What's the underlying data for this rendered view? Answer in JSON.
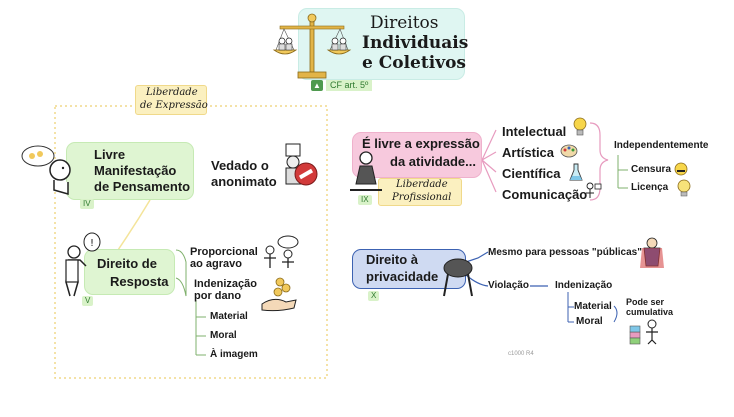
{
  "title": {
    "line1": "Direitos",
    "line2": "Individuais",
    "line3": "e Coletivos",
    "ref": "CF art. 5º"
  },
  "left_frame_label": {
    "line1": "Liberdade",
    "line2": "de Expressão"
  },
  "livre": {
    "line1": "Livre",
    "line2": "Manifestação",
    "line3": "de Pensamento",
    "num": "IV"
  },
  "vedado": {
    "line1": "Vedado o",
    "line2": "anonimato"
  },
  "resposta": {
    "line1": "Direito de",
    "line2": "Resposta",
    "num": "V"
  },
  "resposta_items": {
    "proporcional": {
      "line1": "Proporcional",
      "line2": "ao agravo"
    },
    "indenizacao": {
      "line1": "Indenização",
      "line2": "por dano"
    },
    "types": [
      "Material",
      "Moral",
      "À imagem"
    ]
  },
  "expressao": {
    "line1": "É livre a expressão",
    "line2": "da atividade...",
    "num": "IX",
    "tag_line1": "Liberdade",
    "tag_line2": "Profissional"
  },
  "atividades": [
    "Intelectual",
    "Artística",
    "Científica",
    "Comunicação"
  ],
  "independente": {
    "label": "Independentemente",
    "items": [
      "Censura",
      "Licença"
    ]
  },
  "privacidade": {
    "line1": "Direito à",
    "line2": "privacidade",
    "num": "X"
  },
  "privacidade_items": {
    "mesmo": "Mesmo para pessoas \"públicas\"",
    "violacao": "Violação",
    "indenizacao": "Indenização",
    "types": [
      "Material",
      "Moral"
    ],
    "cumulativa": {
      "line1": "Pode ser",
      "line2": "cumulativa"
    }
  },
  "credit": "c1000 R4",
  "colors": {
    "green_box": "#dff5d2",
    "pink_box": "#f7c9dd",
    "blue_box": "#cfdaf2",
    "title_box": "#dff6f2",
    "tag_yellow": "#fbf0c0",
    "frame": "#f0d98a"
  }
}
